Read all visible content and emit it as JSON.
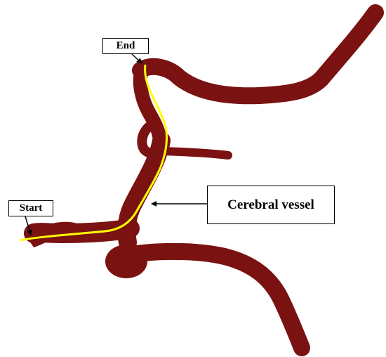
{
  "labels": {
    "end": "End",
    "start": "Start",
    "vessel": "Cerebral vessel"
  },
  "colors": {
    "vessel": "#7a1212",
    "vessel_dark": "#5e0c0c",
    "vessel_light": "#8e1d1d",
    "centerline": "#ffff00",
    "arrow": "#000000"
  }
}
